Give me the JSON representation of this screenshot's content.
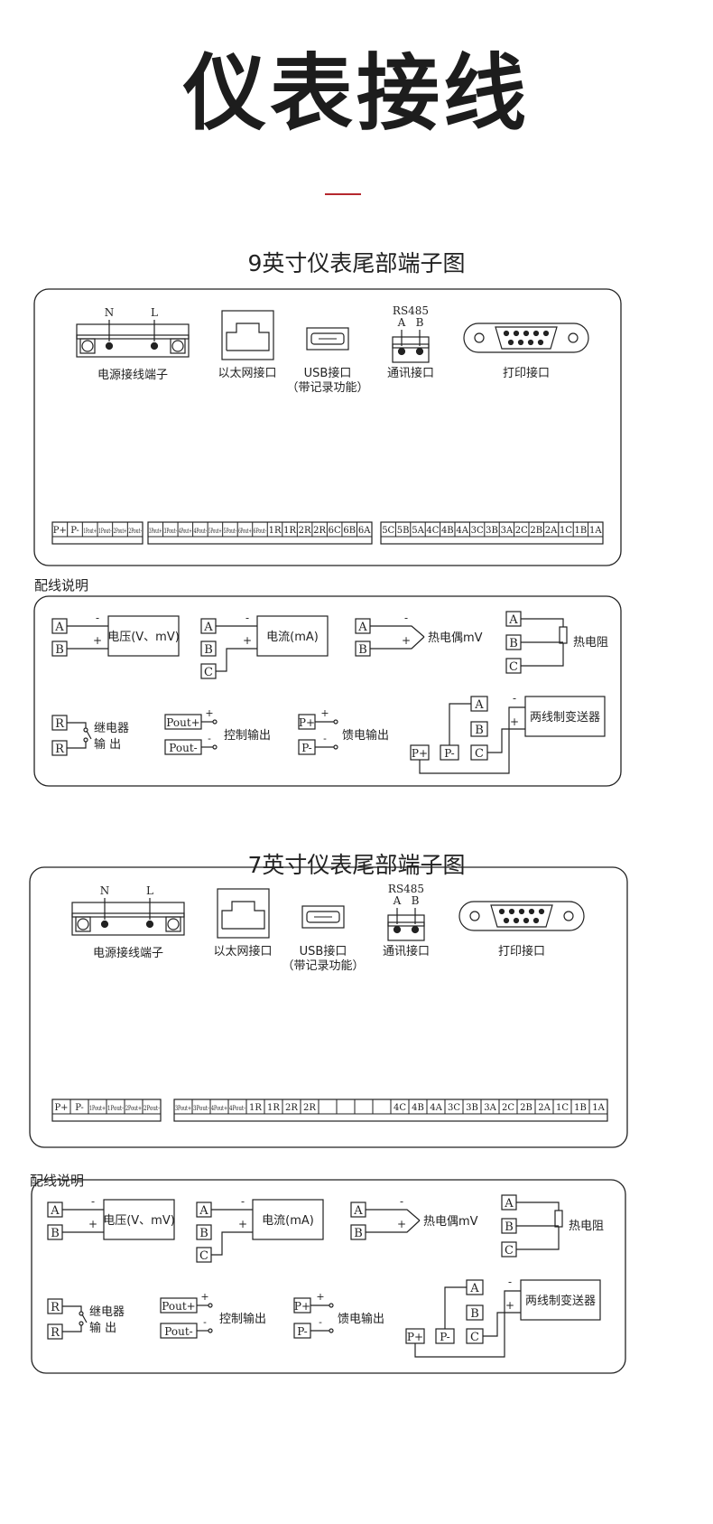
{
  "header": {
    "title": "仪表接线"
  },
  "sections": [
    {
      "title": "9英寸仪表尾部端子图",
      "power": {
        "label": "电源接线端子",
        "n": "N",
        "l": "L"
      },
      "ethernet": {
        "label": "以太网接口"
      },
      "usb": {
        "label": "USB接口",
        "sublabel": "（带记录功能）"
      },
      "rs485": {
        "title": "RS485",
        "a": "A",
        "b": "B",
        "label": "通讯接口"
      },
      "printer": {
        "label": "打印接口"
      },
      "terminals_group1": [
        "P+",
        "P-",
        "1Pout+",
        "1Pout-",
        "2Pout+",
        "2Pout-"
      ],
      "terminals_group2": [
        "3Pout+",
        "3Pout-",
        "4Pout+",
        "4Pout-",
        "5Pout+",
        "5Pout-",
        "6Pout+",
        "6Pout-",
        "1R",
        "1R",
        "2R",
        "2R",
        "6C",
        "6B",
        "6A"
      ],
      "terminals_group3": [
        "5C",
        "5B",
        "5A",
        "4C",
        "4B",
        "4A",
        "3C",
        "3B",
        "3A",
        "2C",
        "2B",
        "2A",
        "1C",
        "1B",
        "1A"
      ],
      "wiring_title": "配线说明"
    },
    {
      "title": "7英寸仪表尾部端子图",
      "power": {
        "label": "电源接线端子",
        "n": "N",
        "l": "L"
      },
      "ethernet": {
        "label": "以太网接口"
      },
      "usb": {
        "label": "USB接口",
        "sublabel": "（带记录功能）"
      },
      "rs485": {
        "title": "RS485",
        "a": "A",
        "b": "B",
        "label": "通讯接口"
      },
      "printer": {
        "label": "打印接口"
      },
      "terminals_group1": [
        "P+",
        "P-",
        "1Pout+",
        "1Pout-",
        "2Pout+",
        "2Pout-"
      ],
      "terminals_group2": [
        "3Pout+",
        "3Pout-",
        "4Pout+",
        "4Pout-",
        "1R",
        "1R",
        "2R",
        "2R",
        "",
        "",
        "",
        "",
        "4C",
        "4B",
        "4A",
        "3C",
        "3B",
        "3A",
        "2C",
        "2B",
        "2A",
        "1C",
        "1B",
        "1A"
      ],
      "wiring_title": "配线说明"
    }
  ],
  "wiring": {
    "voltage": {
      "a": "A",
      "b": "B",
      "label": "电压(V、mV)",
      "minus": "-",
      "plus": "+"
    },
    "current": {
      "a": "A",
      "b": "B",
      "c": "C",
      "label": "电流(mA)",
      "minus": "-",
      "plus": "+"
    },
    "thermocouple": {
      "a": "A",
      "b": "B",
      "label": "热电偶mV",
      "minus": "-",
      "plus": "+"
    },
    "rtd": {
      "a": "A",
      "b": "B",
      "c": "C",
      "label": "热电阻"
    },
    "relay": {
      "r1": "R",
      "r2": "R",
      "label1": "继电器",
      "label2": "输  出"
    },
    "control": {
      "p1": "Pout+",
      "p2": "Pout-",
      "label": "控制输出",
      "plus": "+",
      "minus": "-"
    },
    "feed": {
      "p1": "P+",
      "p2": "P-",
      "label": "馈电输出",
      "plus": "+",
      "minus": "-"
    },
    "transmitter": {
      "a": "A",
      "b": "B",
      "c": "C",
      "pplus": "P+",
      "pminus": "P-",
      "label": "两线制变送器",
      "minus": "-",
      "plus": "+"
    }
  }
}
